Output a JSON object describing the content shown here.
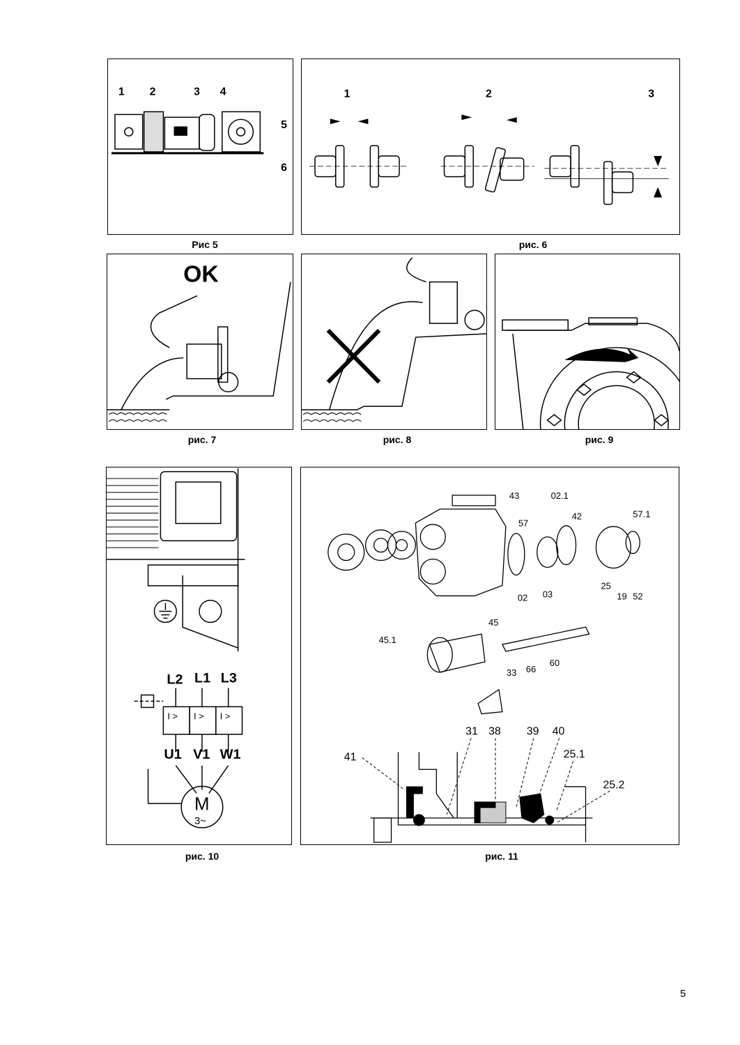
{
  "page_number": "5",
  "captions": {
    "fig5": "Рис 5",
    "fig6": "рис. 6",
    "fig7": "рис. 7",
    "fig8": "рис. 8",
    "fig9": "рис. 9",
    "fig10": "рис. 10",
    "fig11": "рис. 11"
  },
  "fig5_labels": [
    "1",
    "2",
    "3",
    "4",
    "5",
    "6"
  ],
  "fig6_labels": [
    "1",
    "2",
    "3"
  ],
  "fig7_text": "OK",
  "fig10": {
    "lines": [
      "L2",
      "L1",
      "L3"
    ],
    "phases": [
      "U1",
      "V1",
      "W1"
    ],
    "relay": "I >",
    "motor": "M",
    "motor_sub": "3~"
  },
  "fig11_labels": {
    "p43": "43",
    "p021": "02.1",
    "p42": "42",
    "p57": "57",
    "p571": "57.1",
    "p25": "25",
    "p19": "19",
    "p52": "52",
    "p02": "02",
    "p03": "03",
    "p45": "45",
    "p451": "45.1",
    "p33": "33",
    "p66": "66",
    "p60": "60",
    "p31": "31",
    "p38": "38",
    "p39": "39",
    "p40": "40",
    "p41": "41",
    "p251": "25.1",
    "p252": "25.2"
  }
}
